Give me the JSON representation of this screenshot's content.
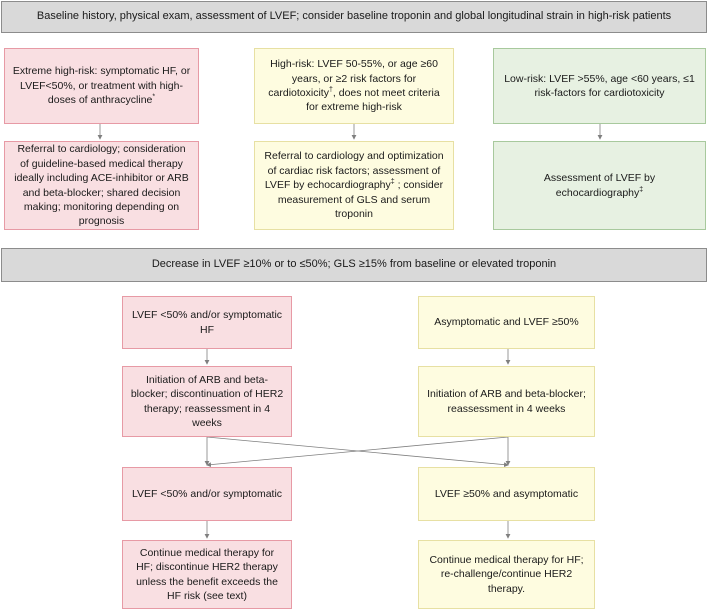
{
  "baseline": "Baseline  history, physical exam, assessment of LVEF; consider baseline troponin and global longitudinal strain in high-risk patients",
  "risk": {
    "extreme": {
      "text": "Extreme high-risk: symptomatic HF, or LVEF<50%, or treatment with high-doses of anthracycline",
      "mark": "*"
    },
    "high": {
      "text_a": "High-risk: LVEF 50-55%, or age ≥60 years, or ≥2 risk factors for cardiotoxicity",
      "mark": "†",
      "text_b": ", does not meet criteria for extreme high-risk"
    },
    "low": {
      "text": "Low-risk: LVEF >55%, age <60 years, ≤1 risk-factors for cardiotoxicity"
    }
  },
  "action": {
    "extreme": {
      "text": "Referral to cardiology; consideration of guideline-based medical therapy ideally including ACE-inhibitor or ARB and beta-blocker; shared decision making; monitoring depending on prognosis"
    },
    "high": {
      "text_a": "Referral to cardiology and optimization of cardiac risk factors; assessment of LVEF by echocardiography",
      "mark": "‡",
      "text_b": " ; consider measurement of GLS and serum troponin"
    },
    "low": {
      "text_a": "Assessment of LVEF by echocardiography",
      "mark": "‡"
    }
  },
  "decrease": "Decrease in LVEF ≥10% or to ≤50%; GLS ≥15% from baseline or elevated troponin",
  "left": {
    "condition": "LVEF <50% and/or symptomatic HF",
    "initiation": "Initiation of ARB and beta-blocker; discontinuation of HER2 therapy; reassessment in 4 weeks",
    "outcome": "LVEF <50% and/or symptomatic",
    "final": "Continue medical therapy for HF; discontinue HER2 therapy unless the benefit exceeds the HF risk (see text)"
  },
  "right": {
    "condition": "Asymptomatic and LVEF ≥50%",
    "initiation": "Initiation of ARB and beta-blocker; reassessment in 4 weeks",
    "outcome": "LVEF ≥50% and asymptomatic",
    "final": "Continue medical therapy for HF; re-challenge/continue HER2 therapy."
  },
  "colors": {
    "gray": "#d9d9d9",
    "red": "#f9dfe2",
    "yellow": "#fefce0",
    "green": "#e7f1e2",
    "connector": "#7f7f7f"
  }
}
